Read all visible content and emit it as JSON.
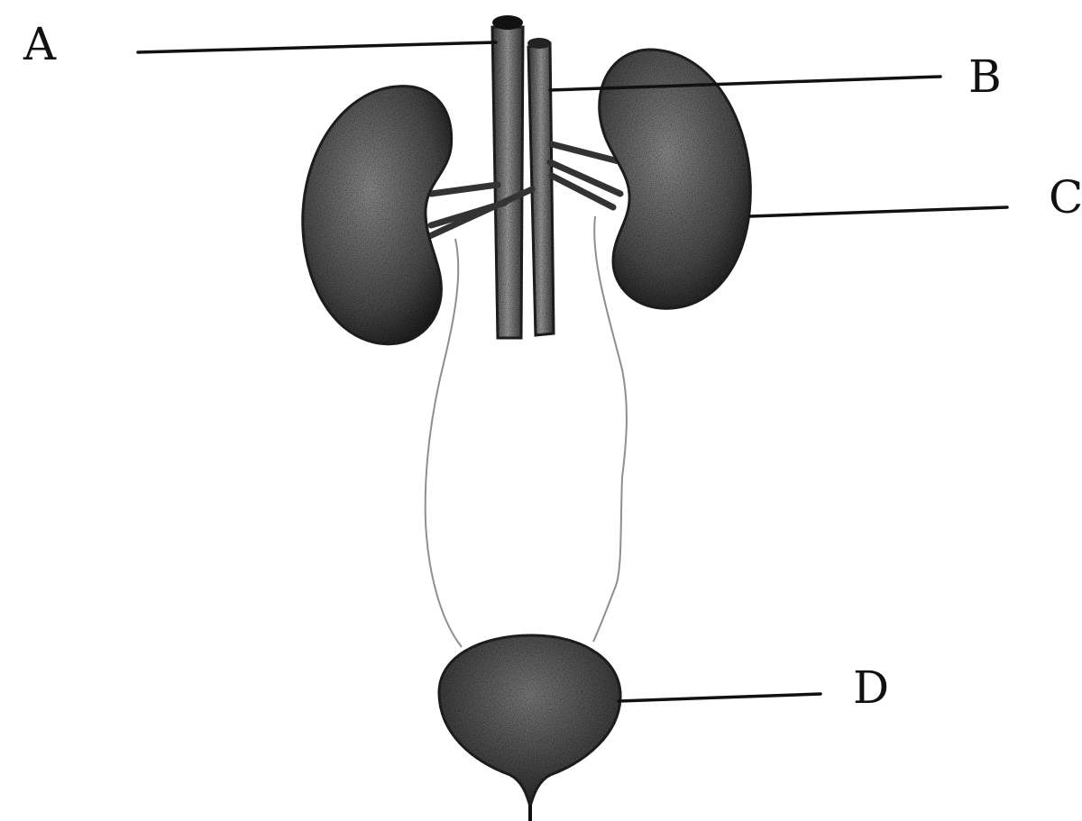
{
  "labels": {
    "a": "A",
    "b": "B",
    "c": "C",
    "d": "D"
  },
  "colors": {
    "ink": "#111111",
    "organ_fill": "#5e5e5e",
    "background": "#ffffff"
  }
}
